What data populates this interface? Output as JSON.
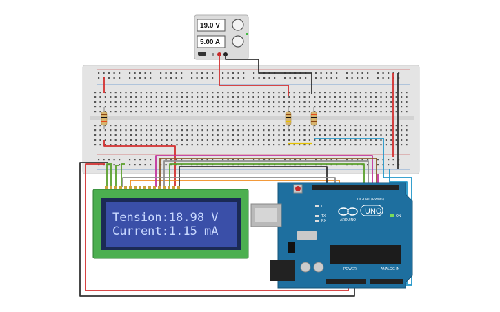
{
  "power_supply": {
    "voltage": "19.0 V",
    "current": "5.00 A"
  },
  "lcd": {
    "line1": "Tension:18.98 V",
    "line2": "Current:1.15  mA"
  },
  "arduino": {
    "brand": "ARDUINO",
    "model": "UNO",
    "digital_label": "DIGITAL (PWM~)",
    "power_label": "POWER",
    "analog_label": "ANALOG IN",
    "on_label": "ON",
    "tx_label": "TX",
    "rx_label": "RX",
    "l_label": "L"
  },
  "colors": {
    "breadboard": "#e4e4e4",
    "lcd_pcb": "#4caf50",
    "lcd_screen": "#3a4fa8",
    "arduino_board": "#1e6f9f",
    "wire_red": "#d32f2f",
    "wire_black": "#333333",
    "wire_blue": "#2196c9",
    "wire_orange": "#f08c1e",
    "wire_green": "#5aa02c",
    "wire_magenta": "#c2339c",
    "wire_brown": "#8b5a2b",
    "wire_gray": "#8f8f8f",
    "wire_yellow": "#e5c100"
  }
}
